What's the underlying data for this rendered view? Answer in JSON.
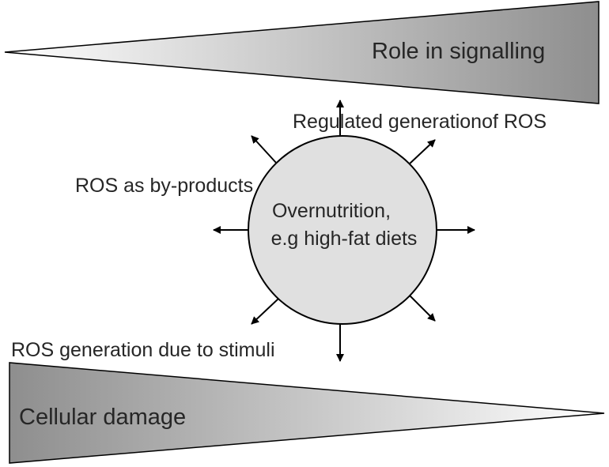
{
  "top_wedge": {
    "label": "Role in  signalling"
  },
  "bottom_wedge": {
    "label": "Cellular damage"
  },
  "center": {
    "line1": "Overnutrition,",
    "line2": "e.g high-fat diets"
  },
  "labels": {
    "regulated": "Regulated generationof ROS",
    "byproducts": "ROS as by-products",
    "stimuli": "ROS generation due to stimuli"
  },
  "colors": {
    "wedge_dark": "#8e8e8e",
    "wedge_light": "#ffffff",
    "circle_fill": "#e0e0e0",
    "stroke": "#000000",
    "text": "#262626"
  }
}
